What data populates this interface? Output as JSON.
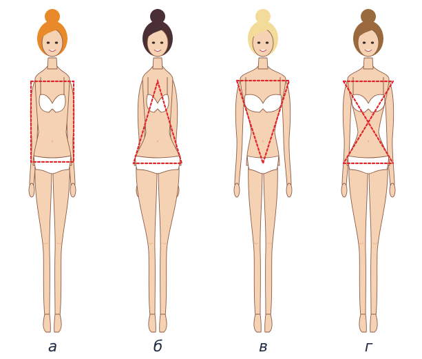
{
  "figures": [
    {
      "label": "а",
      "shape": "rectangle",
      "hair_color": "#e8892a"
    },
    {
      "label": "б",
      "shape": "triangle",
      "hair_color": "#4a3034"
    },
    {
      "label": "в",
      "shape": "inverted-triangle",
      "hair_color": "#f3dc9a"
    },
    {
      "label": "г",
      "shape": "hourglass",
      "hair_color": "#9a6a3e"
    }
  ],
  "colors": {
    "skin": "#f6d2b4",
    "skin_shadow": "#e9b792",
    "outline": "#8a5a44",
    "underwear": "#ffffff",
    "shape_line": "#e0252b",
    "label": "#1f2a44"
  }
}
